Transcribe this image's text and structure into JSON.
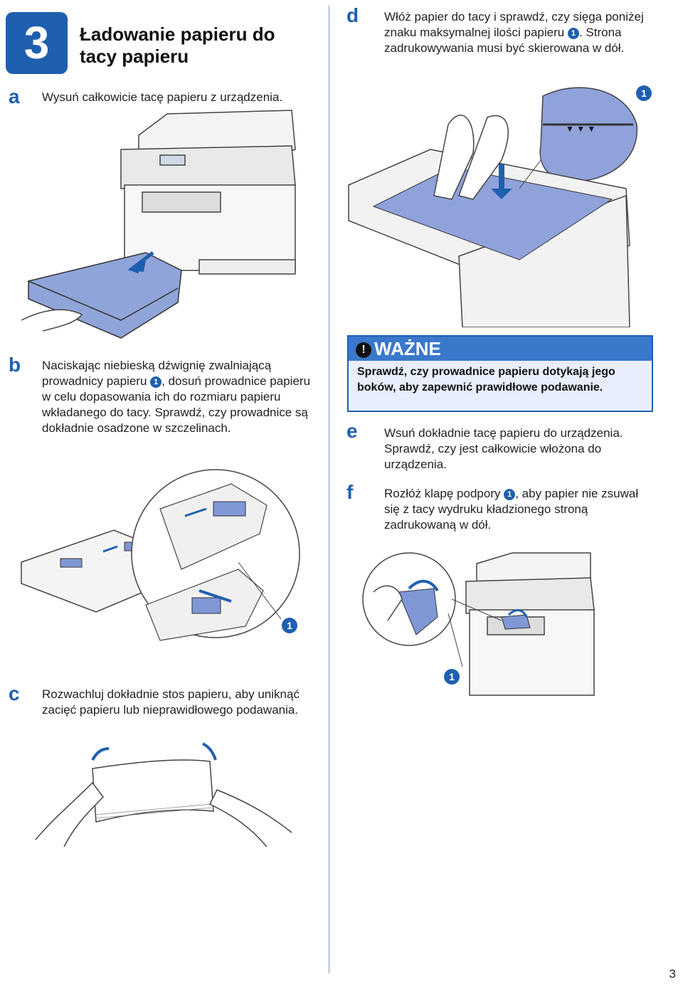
{
  "header": {
    "step_number": "3",
    "title": "Ładowanie papieru do tacy papieru"
  },
  "steps": {
    "a": {
      "letter": "a",
      "text": "Wysuń całkowicie tacę papieru z urządzenia."
    },
    "b": {
      "letter": "b",
      "text_pre": "Naciskając niebieską dźwignię zwalniającą prowadnicy papieru ",
      "text_post": ", dosuń prowadnice papieru w celu dopasowania ich do rozmiaru papieru wkładanego do tacy. Sprawdź, czy prowadnice są dokładnie osadzone w szczelinach."
    },
    "c": {
      "letter": "c",
      "text": "Rozwachluj dokładnie stos papieru, aby uniknąć zacięć papieru lub nieprawidłowego podawania."
    },
    "d": {
      "letter": "d",
      "text_pre": "Włóż papier do tacy i sprawdź, czy sięga poniżej znaku maksymalnej ilości papieru ",
      "text_post": ". Strona zadrukowywania musi być skierowana w dół."
    },
    "e": {
      "letter": "e",
      "text": "Wsuń dokładnie tacę papieru do urządzenia. Sprawdź, czy jest całkowicie włożona do urządzenia."
    },
    "f": {
      "letter": "f",
      "text_pre": "Rozłóż klapę podpory ",
      "text_post": ", aby papier nie zsuwał się z tacy wydruku kładzionego stroną zadrukowaną w dół."
    }
  },
  "important": {
    "heading": "WAŻNE",
    "icon": "!",
    "text": "Sprawdź, czy prowadnice papieru dotykają jego boków, aby zapewnić prawidłowe podawanie."
  },
  "callout_number": "1",
  "page_number": "3",
  "colors": {
    "accent": "#1f5fb0",
    "paper_blue": "#97a9dd",
    "warn_bg": "#e8eefb"
  }
}
